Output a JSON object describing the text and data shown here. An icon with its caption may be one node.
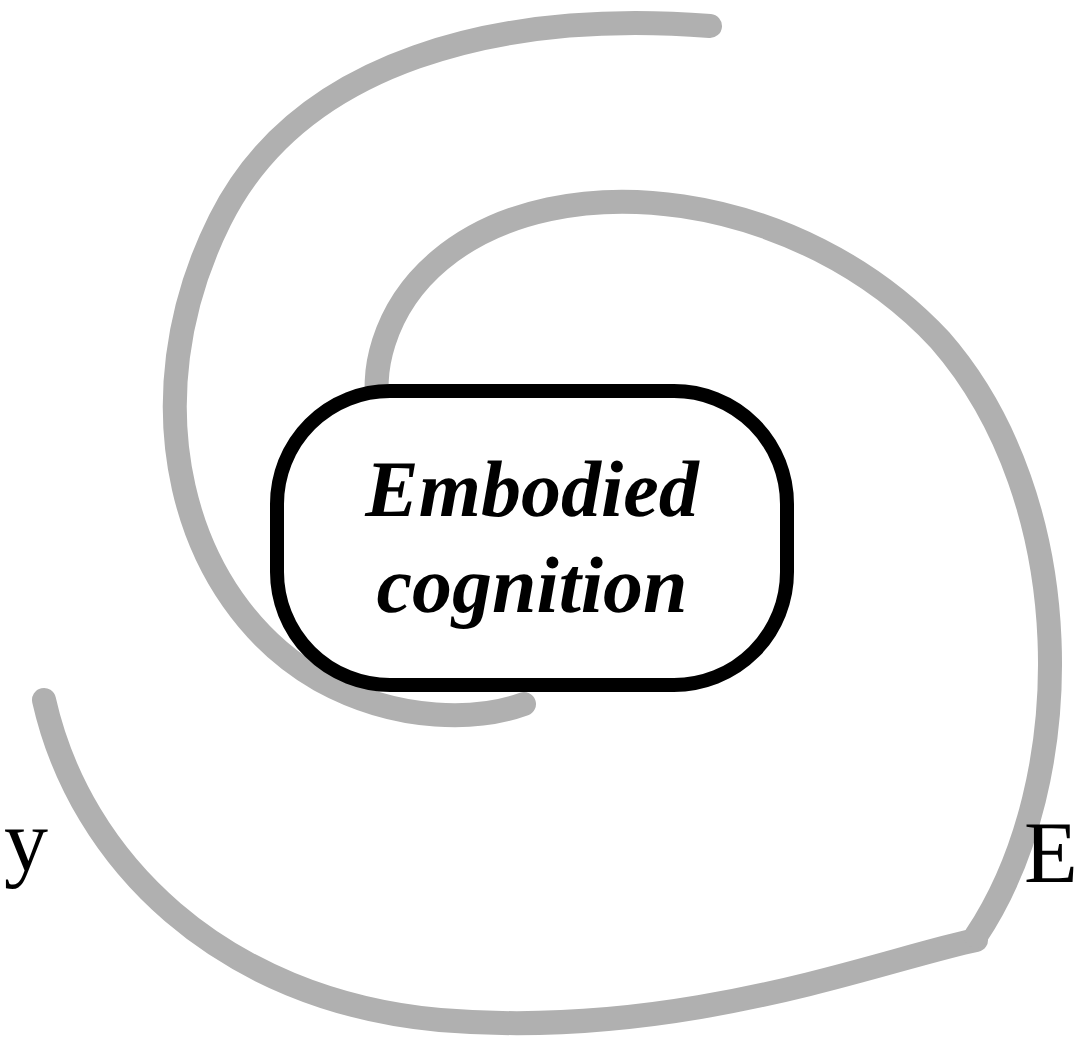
{
  "diagram": {
    "nodes": [
      {
        "text": [
          "Embodied cognition"
        ]
      }
    ],
    "edges": [],
    "labels": [
      "y",
      "E"
    ]
  }
}
